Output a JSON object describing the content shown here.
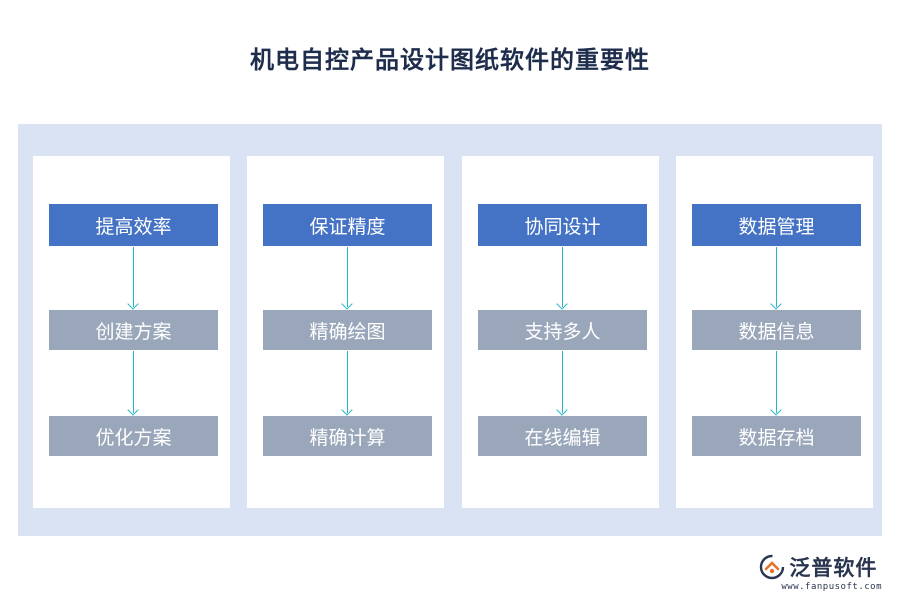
{
  "title": "机电自控产品设计图纸软件的重要性",
  "columns": [
    {
      "header": "提高效率",
      "items": [
        "创建方案",
        "优化方案"
      ]
    },
    {
      "header": "保证精度",
      "items": [
        "精确绘图",
        "精确计算"
      ]
    },
    {
      "header": "协同设计",
      "items": [
        "支持多人",
        "在线编辑"
      ]
    },
    {
      "header": "数据管理",
      "items": [
        "数据信息",
        "数据存档"
      ]
    }
  ],
  "brand": {
    "name": "泛普软件",
    "url": "www.fanpusoft.com"
  },
  "colors": {
    "header_box": "#4472c4",
    "sub_box": "#9aa7bb",
    "panel_bg": "#dae3f3",
    "arrow": "#26b6c7"
  }
}
